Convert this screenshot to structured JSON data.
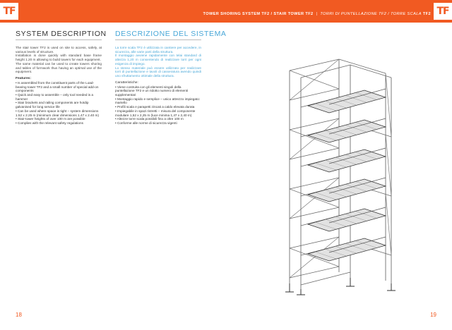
{
  "header": {
    "logo_left": "TF",
    "logo_right": "TF",
    "title_bold": "TOWER SHORING SYSTEM TF2 / STAIR TOWER TF2",
    "separator": "|",
    "title_italic": "TORRI DI PUNTELLAZIONE TF2 / TORRE SCALA",
    "title_end": "TF2"
  },
  "english": {
    "heading": "SYSTEM DESCRIPTION",
    "paragraphs": [
      "The stair tower TF2 is used on site to access, safely, at various levels of structure.",
      "Installation is done quickly with standard base frame height 1.20 m allowing to build towers for each equipment.",
      "The same material can be used to create towers shoring and tables of formwork thus having an optimal use of the equipment."
    ],
    "features_title": "Features:",
    "features": [
      "• Is assembled from the constituent parts of the Load-bearing tower TF2 and a small number of special add-on components",
      "• Quick and easy to assemble – only tool needed is a hammer",
      "• Stair brackets and railing components are hotdip galvanised for long service life",
      "• Can be used where space is tight – system dimensions 1.52 x 2.25 m (minimum clear dimensions 1.47 x 2.40 m)",
      "• Stair-tower heights of over 100 m are possible",
      "• Complies with the relevant safety regulations"
    ]
  },
  "italian": {
    "heading": "DESCRIZIONE DEL SISTEMA",
    "paragraphs": [
      "La torre scala TF2 è utilizzata in cantiere per accedere, in sicurezza, alle varie parti della struttura.",
      "Il montaggio avviene rapidamente con telai standard di altezza 1,20 m consentendo di realizzare torri per ogni esigenza di impiego.",
      "Lo stesso materiale può essere utilizzato per realizzare torri di puntellazione e tavoli di casseratura avendo quindi uno sfruttamento ottimale della struttura."
    ],
    "features_title": "Caratteristiche:",
    "features": [
      "• Viene costruita con gli elementi singoli della puntellazione TF2 e un ridotto numero di elementi supplementari",
      "• Montaggio rapido e semplice – unico attrezzo impiegato: martello",
      "• Profili scala e parapetti zincati a caldo elevata durata",
      "• Impiegabile in spazi ristretti – misura del componente modulare 1,52 x 2,25 m (luce minima 1,47 x 2,40 m)",
      "• Altezze torre scala possibili fino a oltre 100 m",
      "• Conforme alle norme di sicurezza vigenti"
    ]
  },
  "footer": {
    "page_left": "18",
    "page_right": "19"
  },
  "colors": {
    "brand_orange": "#f15a22",
    "italian_text_blue": "#4aa8d8",
    "body_text_gray": "#444444"
  }
}
